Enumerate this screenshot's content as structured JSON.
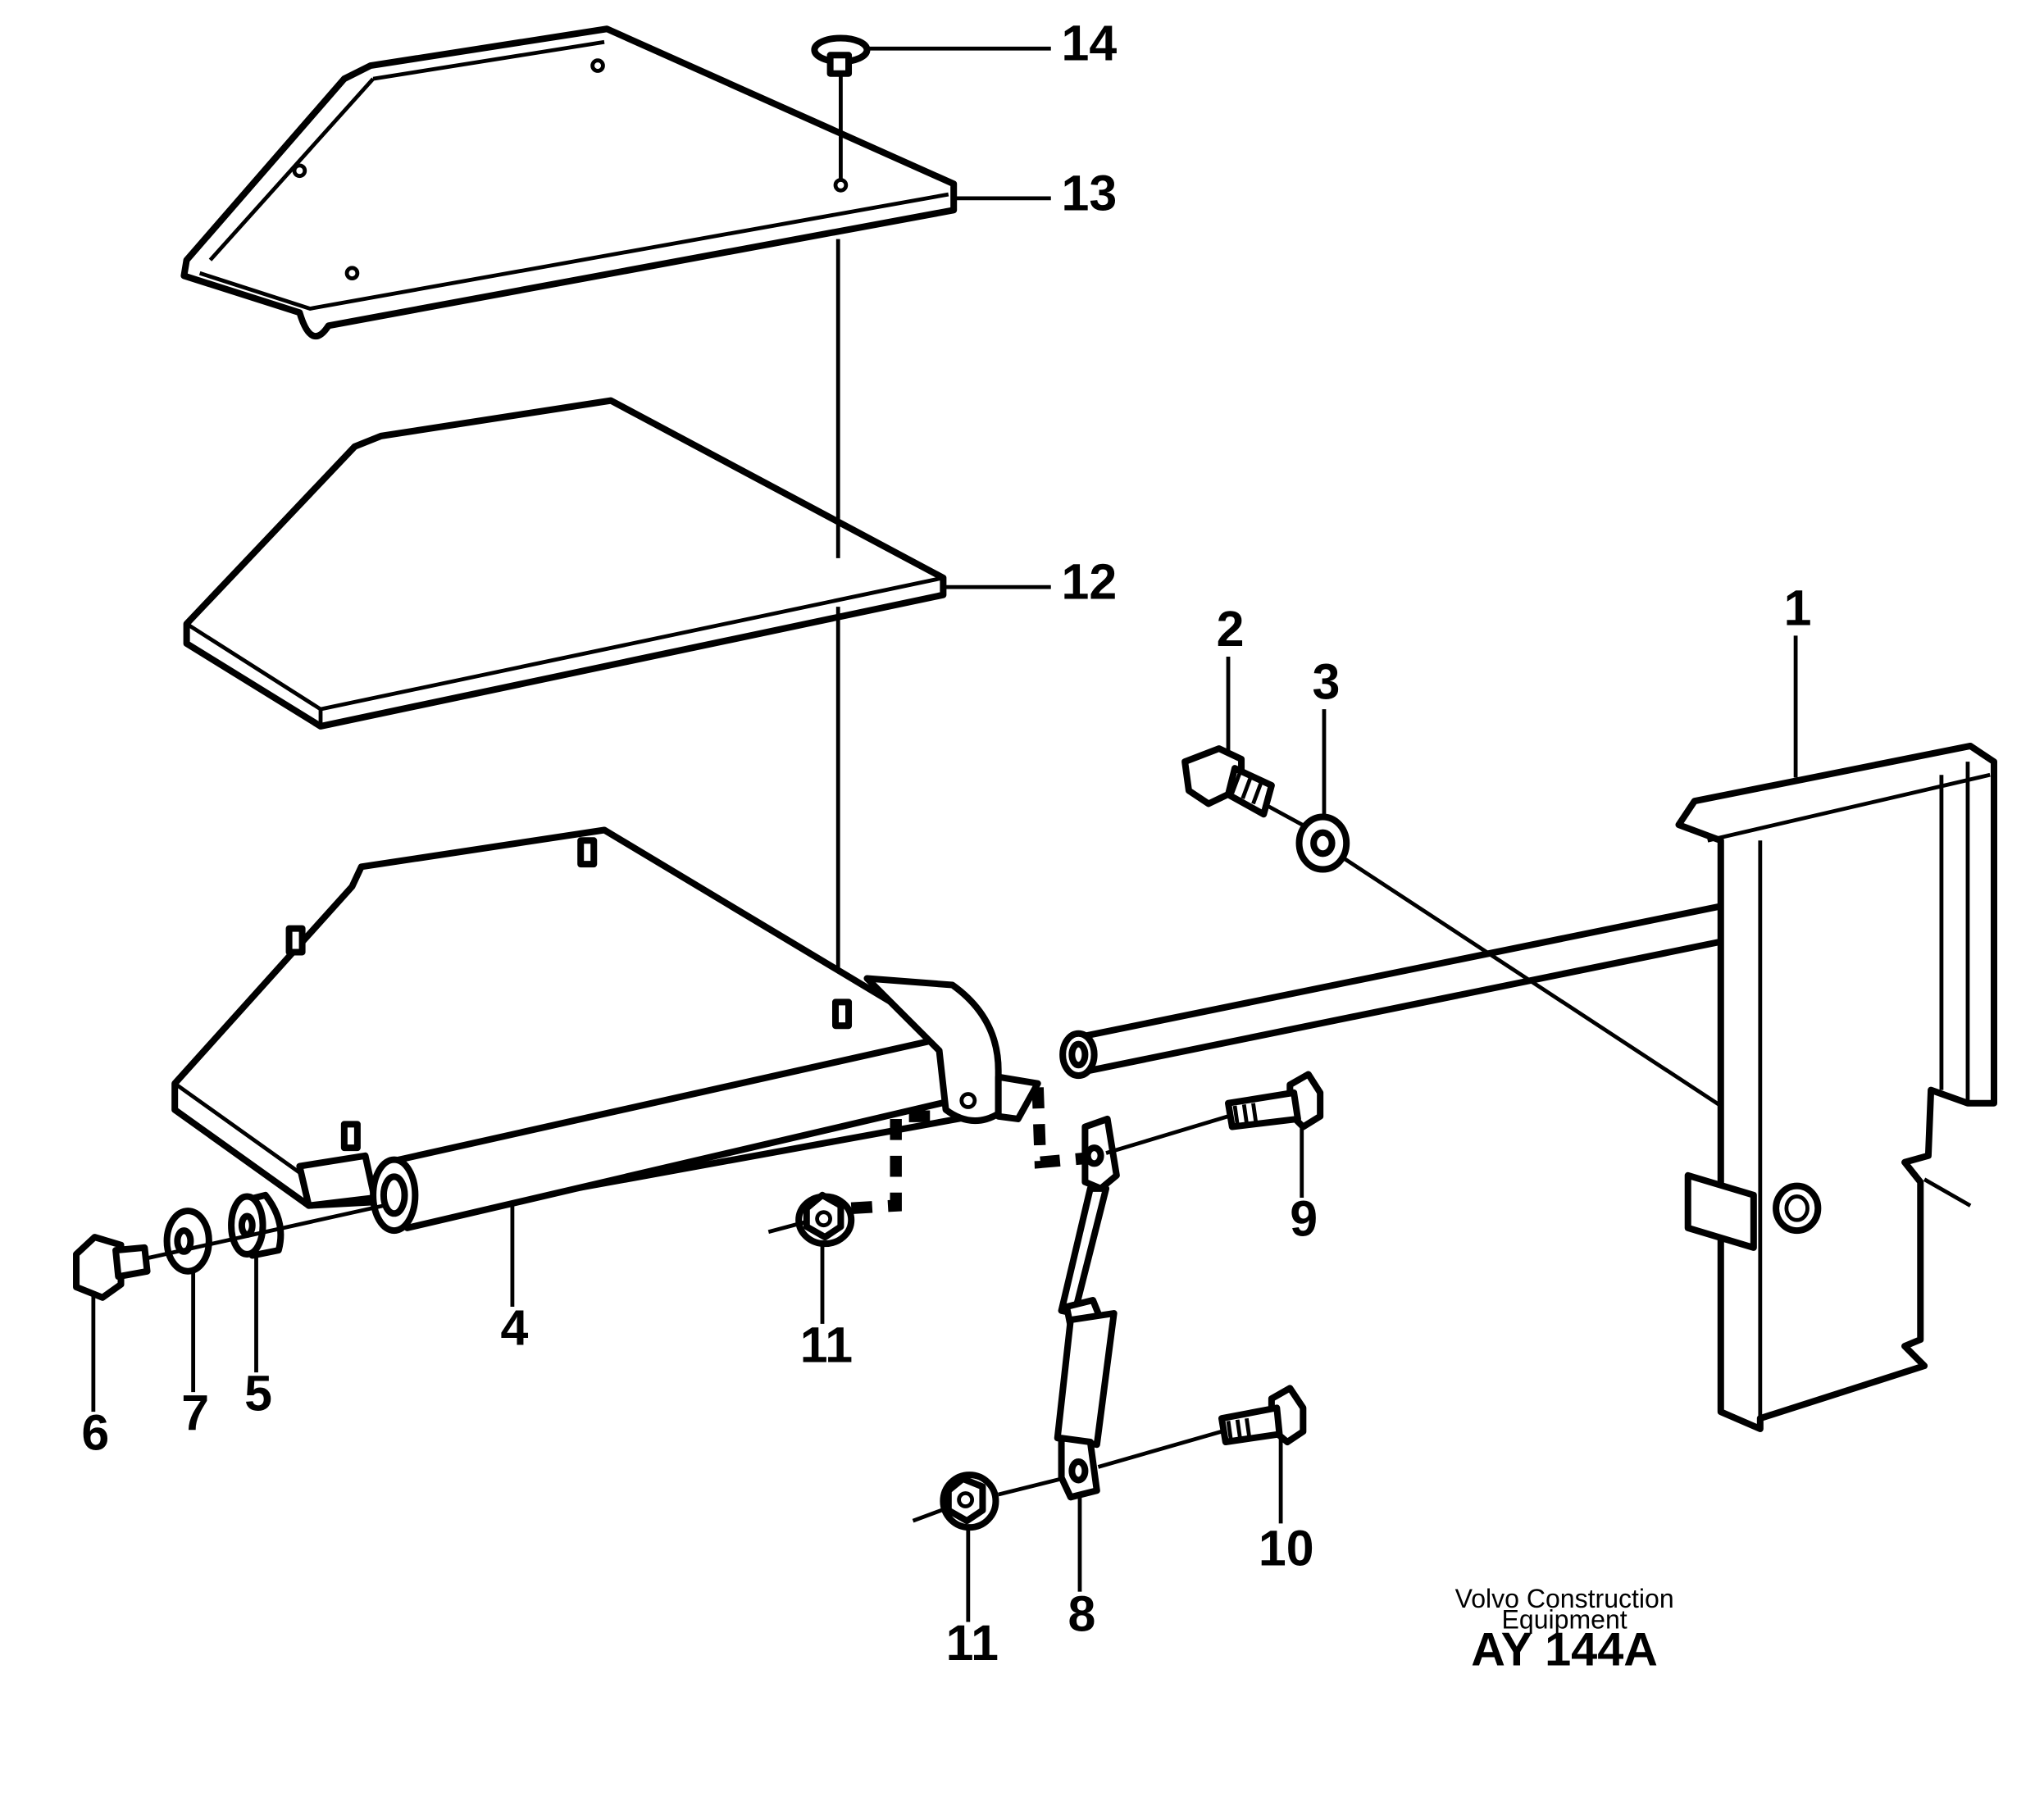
{
  "callouts": {
    "c1": "1",
    "c2": "2",
    "c3": "3",
    "c4": "4",
    "c5": "5",
    "c6": "6",
    "c7": "7",
    "c8": "8",
    "c9": "9",
    "c10": "10",
    "c11a": "11",
    "c11b": "11",
    "c12": "12",
    "c13": "13",
    "c14": "14"
  },
  "footer": {
    "maker_line1": "Volvo Construction",
    "maker_line2": "Equipment",
    "drawing_code": "AY 144A"
  }
}
